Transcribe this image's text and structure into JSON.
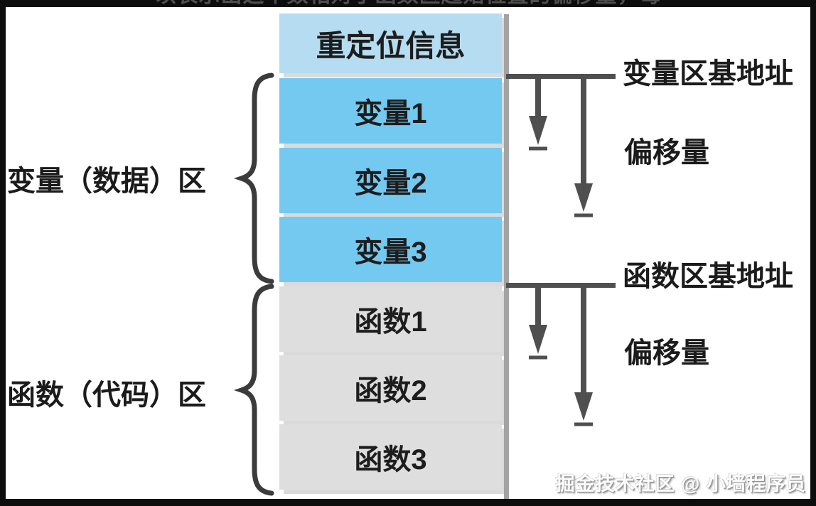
{
  "diagram": {
    "top_clipped_text": "以表示出这个数相对于函数区起始位置的偏移量，每",
    "memory_stack": {
      "relocation_box": {
        "label": "重定位信息"
      },
      "variable_blocks": [
        {
          "label": "变量1"
        },
        {
          "label": "变量2"
        },
        {
          "label": "变量3"
        }
      ],
      "function_blocks": [
        {
          "label": "函数1"
        },
        {
          "label": "函数2"
        },
        {
          "label": "函数3"
        }
      ]
    },
    "left_labels": {
      "variable_region": "变量（数据）区",
      "function_region": "函数（代码）区"
    },
    "right_labels": {
      "variable_base_address": "变量区基地址",
      "variable_offset": "偏移量",
      "function_base_address": "函数区基地址",
      "function_offset": "偏移量"
    },
    "watermark": "掘金技术社区 @ 小墙程序员",
    "colors": {
      "relocation_box": "#b5dcf0",
      "variable_box": "#74c9f0",
      "function_box": "#dedede",
      "guide_line": "#a3a3a3",
      "connector": "#4f4f4f",
      "brace": "#3b3b3b",
      "text": "#1d1d1d",
      "frame": "#0d0d0d"
    }
  }
}
